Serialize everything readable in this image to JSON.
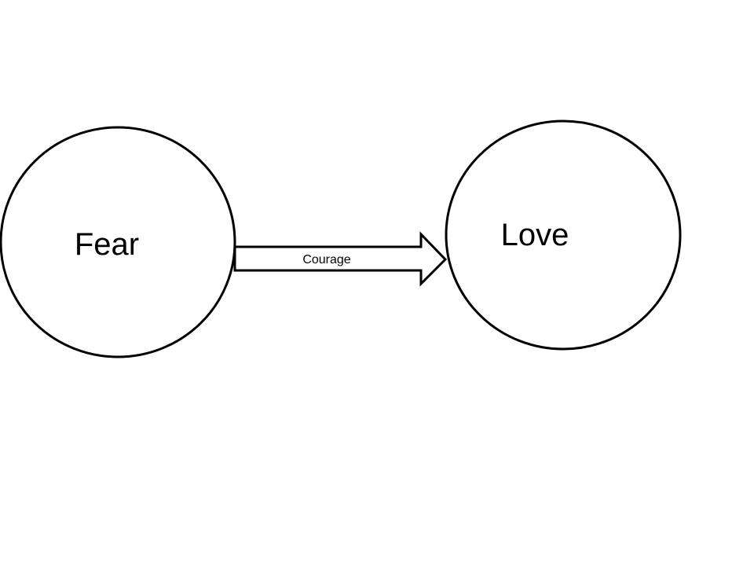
{
  "nodes": [
    {
      "id": "fear",
      "label": "Fear"
    },
    {
      "id": "love",
      "label": "Love"
    }
  ],
  "edges": [
    {
      "from": "fear",
      "to": "love",
      "label": "Courage"
    }
  ],
  "colors": {
    "stroke": "#000000",
    "fill": "#ffffff"
  }
}
